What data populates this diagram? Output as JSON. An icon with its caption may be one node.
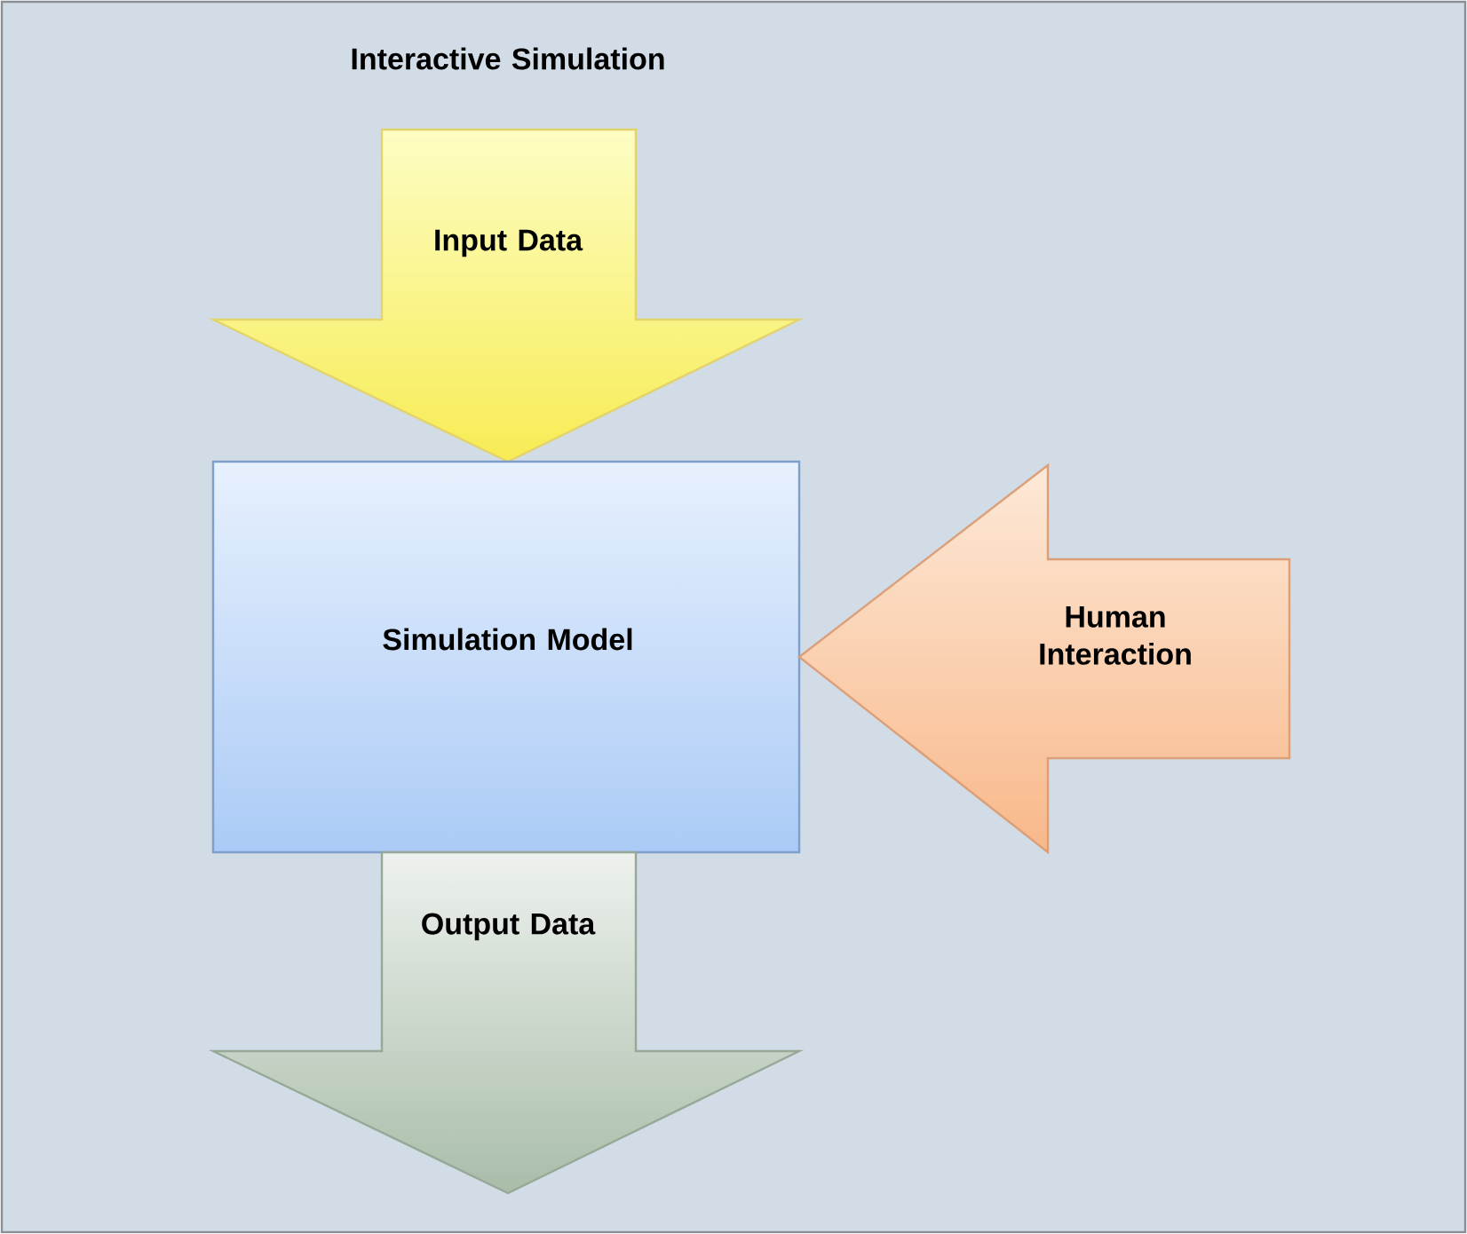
{
  "diagram": {
    "nodes": [
      {
        "text": [
          "Interactive Simulation"
        ]
      },
      {
        "text": [
          "Input Data"
        ],
        "in": 0
      },
      {
        "text": [
          "Simulation Model"
        ],
        "in": 0
      },
      {
        "text": [
          "Human Interaction"
        ],
        "in": 0
      },
      {
        "text": [
          "Output Data"
        ],
        "in": 0
      }
    ]
  }
}
